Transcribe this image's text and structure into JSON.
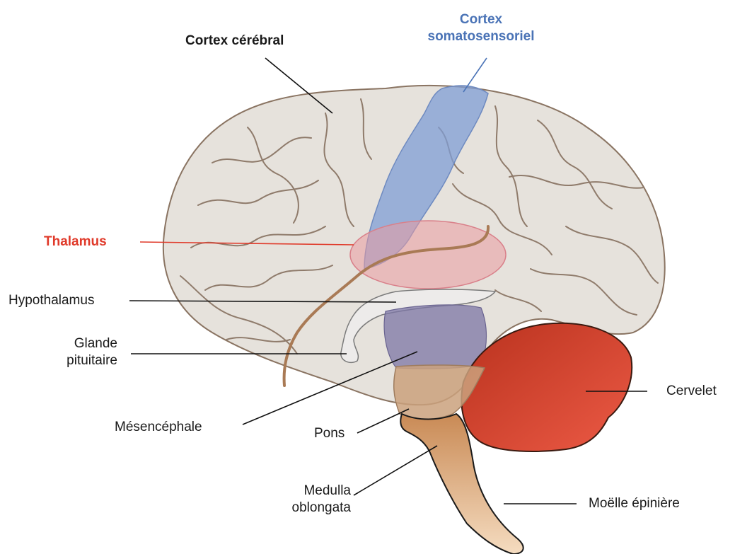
{
  "colors": {
    "brain_fill": "#e6e2dc",
    "brain_outline": "#8a7462",
    "sulci": "#8f7b6b",
    "somatosensory_fill": "#7f9ed6",
    "thalamus_fill": "#e99aa0",
    "midbrain_fill": "#7c76a6",
    "pons_fill": "#caa17c",
    "medulla_fill": "#d79a66",
    "spinal_cord_fill": "#f2d2ae",
    "cerebellum_fill": "#d8432a",
    "blue_label": "#4a73b6",
    "red_label": "#e03a2a",
    "leader": "#111111"
  },
  "labels": {
    "cortex_cerebral": "Cortex cérébral",
    "cortex_somato_line1": "Cortex",
    "cortex_somato_line2": "somatosensoriel",
    "thalamus": "Thalamus",
    "hypothalamus": "Hypothalamus",
    "glande_line1": "Glande",
    "glande_line2": "pituitaire",
    "mesencephale": "Mésencéphale",
    "pons": "Pons",
    "medulla_line1": "Medulla",
    "medulla_line2": "oblongata",
    "cervelet": "Cervelet",
    "moelle": "Moëlle épinière"
  }
}
